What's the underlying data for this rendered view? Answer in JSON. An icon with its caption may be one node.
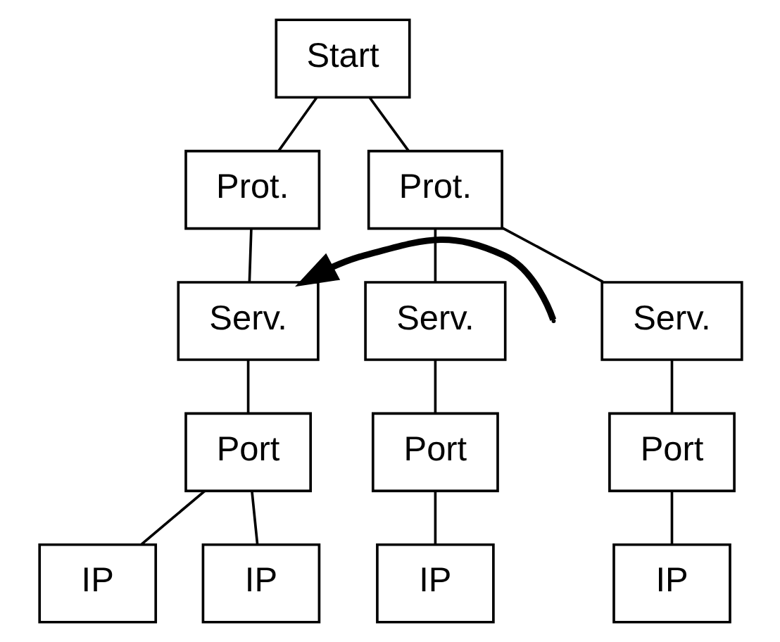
{
  "diagram": {
    "nodes": [
      {
        "text": [
          "Start"
        ]
      },
      {
        "text": [
          "Prot."
        ]
      },
      {
        "text": [
          "Prot."
        ]
      },
      {
        "text": [
          "Serv."
        ]
      },
      {
        "text": [
          "Serv."
        ]
      },
      {
        "text": [
          "Serv."
        ]
      },
      {
        "text": [
          "Port"
        ]
      },
      {
        "text": [
          "Port"
        ]
      },
      {
        "text": [
          "Port"
        ]
      },
      {
        "text": [
          "IP"
        ]
      },
      {
        "text": [
          "IP"
        ]
      },
      {
        "text": [
          "IP"
        ]
      },
      {
        "text": [
          "IP"
        ]
      }
    ],
    "edges": [
      {
        "from": 0,
        "to": 1,
        "arrow": "none"
      },
      {
        "from": 0,
        "to": 2,
        "arrow": "none"
      },
      {
        "from": 1,
        "to": 3,
        "arrow": "none"
      },
      {
        "from": 2,
        "to": 4,
        "arrow": "none"
      },
      {
        "from": 2,
        "to": 5,
        "arrow": "none"
      },
      {
        "from": 3,
        "to": 6,
        "arrow": "none"
      },
      {
        "from": 4,
        "to": 7,
        "arrow": "none"
      },
      {
        "from": 5,
        "to": 8,
        "arrow": "none"
      },
      {
        "from": 6,
        "to": 9,
        "arrow": "none"
      },
      {
        "from": 6,
        "to": 10,
        "arrow": "none"
      },
      {
        "from": 7,
        "to": 11,
        "arrow": "none"
      },
      {
        "from": 8,
        "to": 12,
        "arrow": "none"
      },
      {
        "from": null,
        "to": 3,
        "arrow": "to",
        "style": "thick"
      }
    ]
  }
}
